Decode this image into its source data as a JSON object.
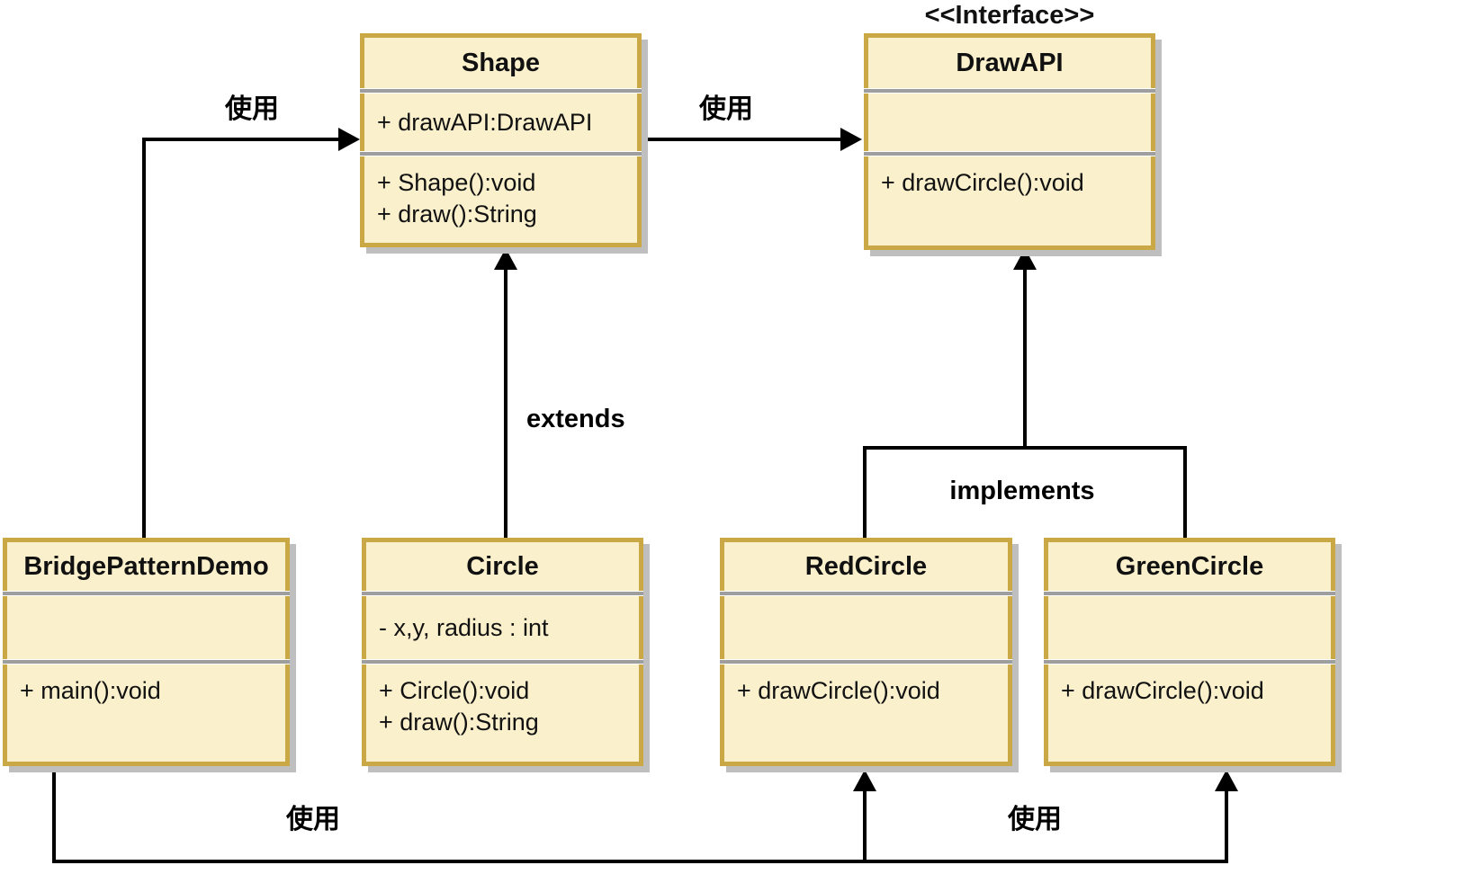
{
  "diagram": {
    "type": "uml-class-diagram",
    "pattern": "Bridge Pattern"
  },
  "colors": {
    "box_fill": "#FAF0CC",
    "box_border": "#C9A845",
    "box_shadow": "#BFBFBF",
    "divider": "#9E9E9E",
    "line": "#000000",
    "text": "#111111",
    "background": "#FFFFFF"
  },
  "classes": {
    "shape": {
      "title": "Shape",
      "attributes": [
        "+ drawAPI:DrawAPI"
      ],
      "methods": [
        "+ Shape():void",
        "+ draw():String"
      ]
    },
    "drawapi": {
      "stereotype": "<<Interface>>",
      "title": "DrawAPI",
      "attributes": [],
      "methods": [
        "+ drawCircle():void"
      ]
    },
    "demo": {
      "title": "BridgePatternDemo",
      "attributes": [],
      "methods": [
        "+ main():void"
      ]
    },
    "circle": {
      "title": "Circle",
      "attributes": [
        "- x,y, radius : int"
      ],
      "methods": [
        "+ Circle():void",
        "+ draw():String"
      ]
    },
    "redcircle": {
      "title": "RedCircle",
      "attributes": [],
      "methods": [
        "+ drawCircle():void"
      ]
    },
    "greencircle": {
      "title": "GreenCircle",
      "attributes": [],
      "methods": [
        "+ drawCircle():void"
      ]
    }
  },
  "edges": {
    "demo_to_shape": {
      "label": "使用"
    },
    "shape_to_drawapi": {
      "label": "使用"
    },
    "circle_to_shape": {
      "label": "extends"
    },
    "implements_bracket": {
      "label": "implements"
    },
    "demo_to_redcircle": {
      "label": "使用"
    },
    "demo_to_greencircle": {
      "label": "使用"
    }
  }
}
